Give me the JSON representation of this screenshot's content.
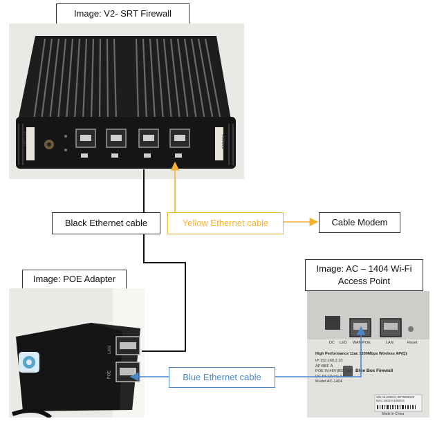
{
  "labels": {
    "firewall_caption": "Image: V2- SRT Firewall",
    "poe_caption": "Image: POE Adapter",
    "ap_caption_line1": "Image: AC – 1404 Wi-Fi",
    "ap_caption_line2": "Access Point",
    "black_cable": "Black Ethernet cable",
    "yellow_cable": "Yellow Ethernet cable",
    "cable_modem": "Cable Modem",
    "blue_cable": "Blue Ethernet cable"
  },
  "firewall_photo": {
    "sticker_left": "400189",
    "sticker_right": "400189"
  },
  "poe_photo": {
    "port_label_lan": "LAN",
    "port_label_poe": "POE"
  },
  "ap_photo": {
    "port_labels": [
      "DC",
      "LED",
      "WAN/POE",
      "LAN",
      "Reset"
    ],
    "spec_title": "High Performance 11ac 1200Mbps Wireless AP(Q)",
    "spec_lines": [
      "IP:192.168.2.10",
      "AP:BBF-A",
      "POE IN:48V(802.3at)",
      "DC IN:12V⎓1.5A",
      "Model:AC-1404"
    ],
    "brand": "Blue Box Firewall",
    "serial_lines": [
      "S/N: BLUEBOX-SRT5808100",
      "MAC:44D1FA15B0C6"
    ],
    "made_in": "Made in China"
  },
  "colors": {
    "yellow": "#f5b133",
    "blue": "#4a86c8",
    "black": "#111111"
  }
}
